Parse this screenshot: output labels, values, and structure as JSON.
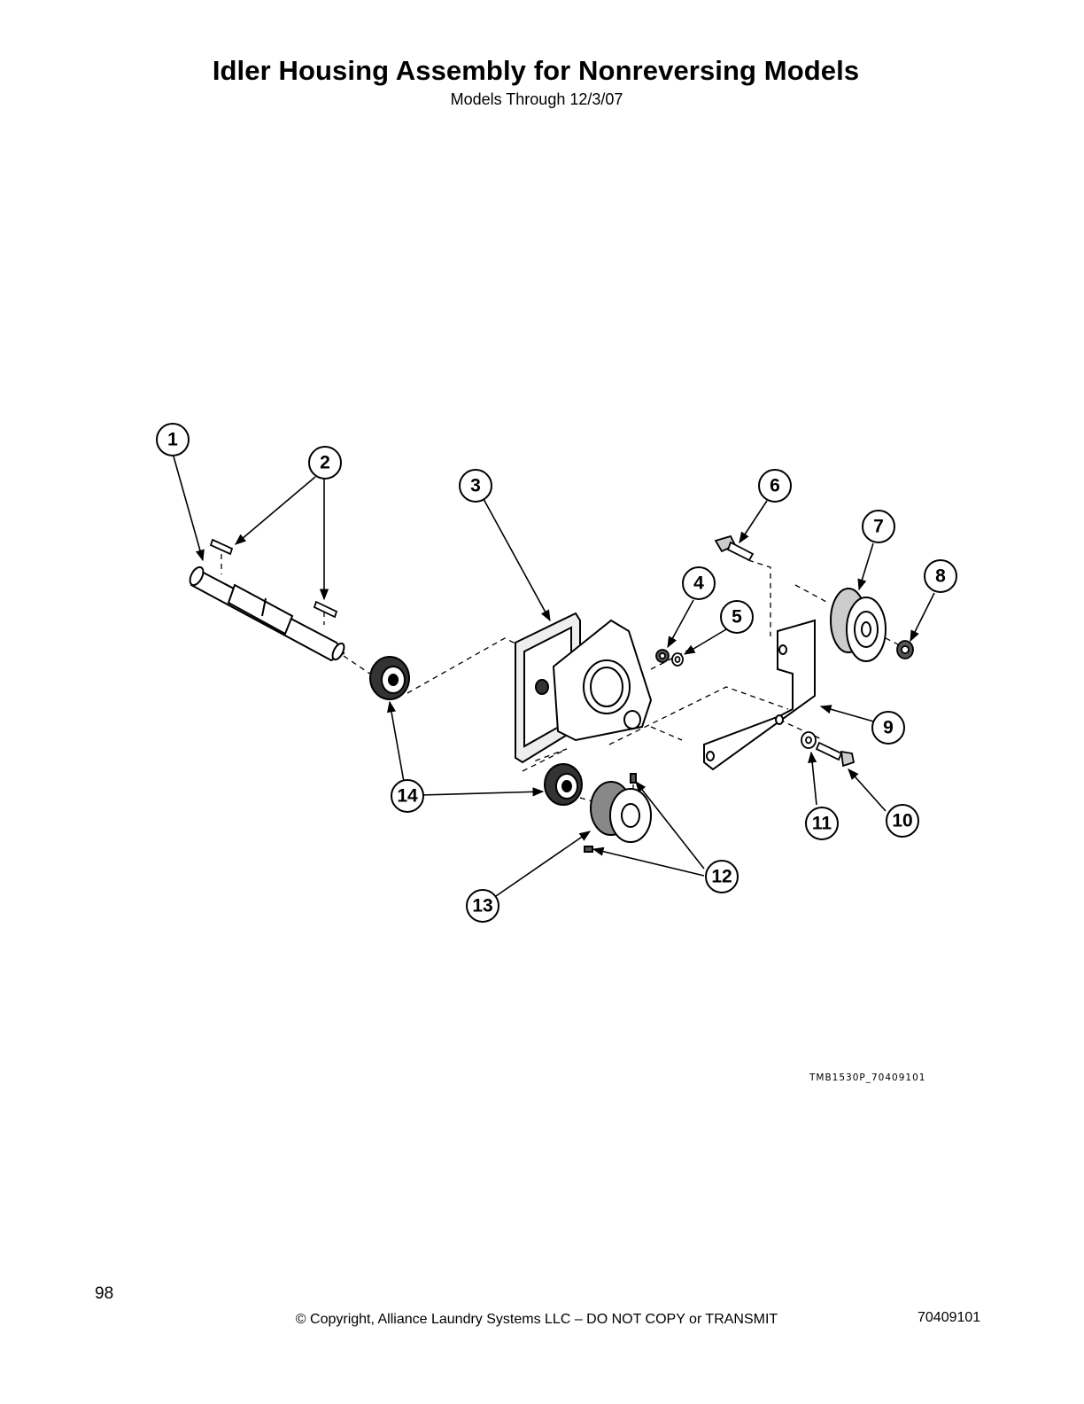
{
  "header": {
    "title": "Idler Housing Assembly for Nonreversing Models",
    "subtitle": "Models Through 12/3/07"
  },
  "diagram": {
    "drawing_id": "TMB1530P_70409101",
    "callouts": [
      "1",
      "2",
      "3",
      "4",
      "5",
      "6",
      "7",
      "8",
      "9",
      "10",
      "11",
      "12",
      "13",
      "14"
    ]
  },
  "footer": {
    "page_number": "98",
    "copyright": "© Copyright, Alliance Laundry Systems LLC – DO NOT COPY or TRANSMIT",
    "doc_number": "70409101"
  }
}
